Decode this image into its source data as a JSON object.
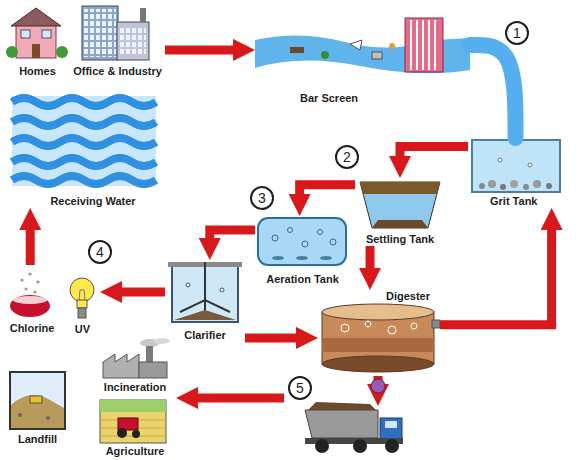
{
  "diagram": {
    "nodes": [
      {
        "text": [
          "Homes"
        ]
      },
      {
        "text": [
          "Office & Industry"
        ]
      },
      {
        "text": [
          "Bar Screen"
        ]
      },
      {
        "text": [
          "Receiving Water"
        ]
      },
      {
        "text": [
          "Grit Tank"
        ]
      },
      {
        "text": [
          "Settling Tank"
        ]
      },
      {
        "text": [
          "Aeration Tank"
        ]
      },
      {
        "text": [
          "Chlorine"
        ]
      },
      {
        "text": [
          "UV"
        ]
      },
      {
        "text": [
          "Clarifier"
        ]
      },
      {
        "text": [
          "Digester"
        ]
      },
      {
        "text": [
          "Incineration"
        ]
      },
      {
        "text": [
          "Landfill"
        ]
      },
      {
        "text": [
          "Agriculture"
        ]
      }
    ],
    "edges": [
      {
        "from": 1,
        "to": 2,
        "arrow": "to"
      },
      {
        "from": 2,
        "to": 4,
        "arrow": "none"
      },
      {
        "from": 4,
        "to": 5,
        "arrow": "to"
      },
      {
        "from": 5,
        "to": 6,
        "arrow": "to"
      },
      {
        "from": 6,
        "to": 9,
        "arrow": "to"
      },
      {
        "from": 9,
        "to": 8,
        "arrow": "to"
      },
      {
        "from": 7,
        "to": 3,
        "arrow": "to"
      },
      {
        "from": 5,
        "to": 10,
        "arrow": "to"
      },
      {
        "from": 9,
        "to": 10,
        "arrow": "to"
      },
      {
        "from": 10,
        "to": 4,
        "arrow": "to"
      }
    ],
    "labels": [
      "1",
      "2",
      "3",
      "4",
      "5"
    ]
  }
}
